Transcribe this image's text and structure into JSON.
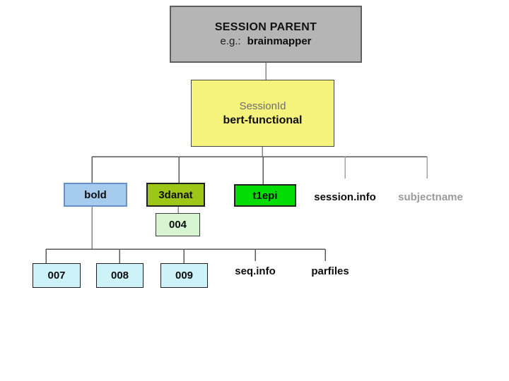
{
  "colors": {
    "background": "#ffffff",
    "connector_dark": "#595959",
    "connector_light": "#a3a3a3",
    "connector_mid": "#878787"
  },
  "root_box": {
    "title": "SESSION PARENT",
    "example_prefix": "e.g.:",
    "example_value": "brainmapper",
    "fill": "#b5b5b5",
    "border": "#5f5f5f"
  },
  "session_box": {
    "label": "SessionId",
    "label_color": "#6e6e6e",
    "value": "bert-functional",
    "fill": "#f6f37c",
    "border": "#454545"
  },
  "branches": {
    "bold": {
      "label": "bold",
      "fill": "#a5cbee",
      "border": "#6593c9"
    },
    "anat": {
      "label": "3danat",
      "fill": "#9cc716",
      "border": "#1f1f1f"
    },
    "t1epi": {
      "label": "t1epi",
      "fill": "#04dd04",
      "border": "#1f1f1f"
    },
    "session_info": {
      "label": "session.info",
      "color": "#0d0d0d"
    },
    "subjectname": {
      "label": "subjectname",
      "color": "#9b9b9b"
    }
  },
  "anat_children": {
    "c004": {
      "label": "004",
      "fill": "#d6f5d0",
      "border": "#3a3a3a"
    }
  },
  "bold_children": {
    "c007": {
      "label": "007",
      "fill": "#cdf2f7",
      "border": "#1f1f1f"
    },
    "c008": {
      "label": "008",
      "fill": "#cdf2f7",
      "border": "#1f1f1f"
    },
    "c009": {
      "label": "009",
      "fill": "#cdf2f7",
      "border": "#1f1f1f"
    },
    "seq_info": {
      "label": "seq.info",
      "color": "#0d0d0d"
    },
    "parfiles": {
      "label": "parfiles",
      "color": "#0d0d0d"
    }
  }
}
